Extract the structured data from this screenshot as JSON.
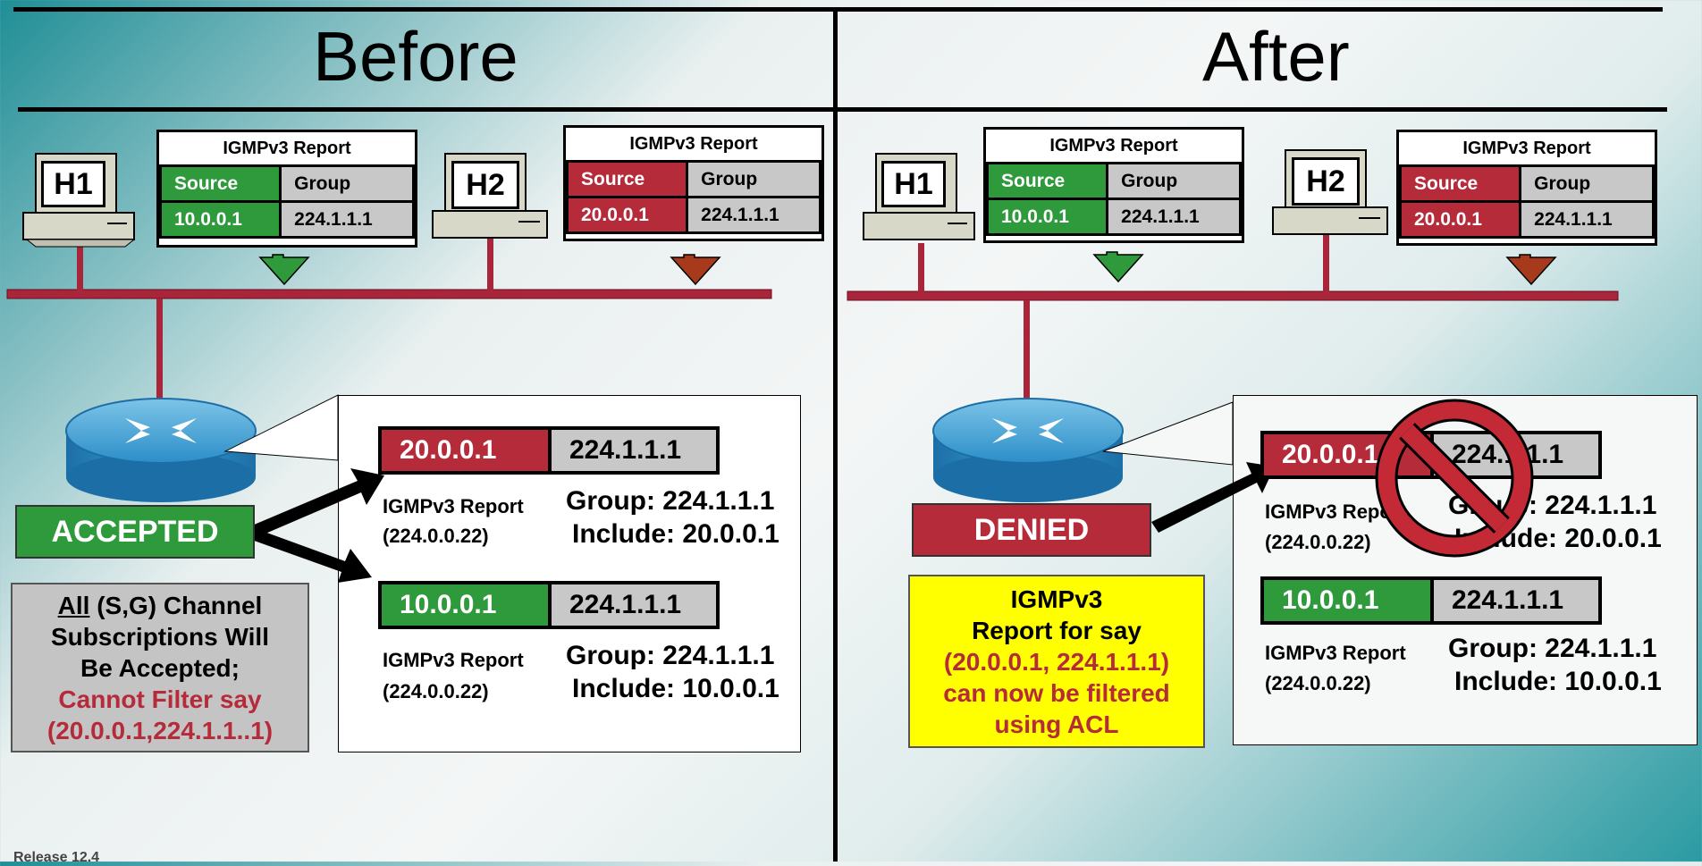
{
  "before": {
    "title": "Before",
    "h1_report": {
      "title": "IGMPv3 Report",
      "source_label": "Source",
      "group_label": "Group",
      "source": "10.0.0.1",
      "group": "224.1.1.1"
    },
    "h2_report": {
      "title": "IGMPv3 Report",
      "source_label": "Source",
      "group_label": "Group",
      "source": "20.0.0.1",
      "group": "224.1.1.1"
    },
    "host1": "H1",
    "host2": "H2",
    "status": "ACCEPTED",
    "entry1": {
      "source": "20.0.0.1",
      "group": "224.1.1.1",
      "report": "IGMPv3 Report",
      "addr": "(224.0.0.22)",
      "group_line": "Group: 224.1.1.1",
      "include_line": "Include: 20.0.0.1"
    },
    "entry2": {
      "source": "10.0.0.1",
      "group": "224.1.1.1",
      "report": "IGMPv3 Report",
      "addr": "(224.0.0.22)",
      "group_line": "Group: 224.1.1.1",
      "include_line": "Include: 10.0.0.1"
    },
    "note": {
      "underlined": "All",
      "line1_rest": " (S,G) Channel",
      "line2": "Subscriptions Will",
      "line3": "Be Accepted;",
      "line4": "Cannot Filter say",
      "line5": "(20.0.0.1,224.1.1..1)"
    }
  },
  "after": {
    "title": "After",
    "h1_report": {
      "title": "IGMPv3 Report",
      "source_label": "Source",
      "group_label": "Group",
      "source": "10.0.0.1",
      "group": "224.1.1.1"
    },
    "h2_report": {
      "title": "IGMPv3 Report",
      "source_label": "Source",
      "group_label": "Group",
      "source": "20.0.0.1",
      "group": "224.1.1.1"
    },
    "host1": "H1",
    "host2": "H2",
    "status": "DENIED",
    "entry1": {
      "source": "20.0.0.1",
      "group": "224.1.1.1",
      "report": "IGMPv3 Report",
      "addr": "(224.0.0.22)",
      "group_line": "Group: 224.1.1.1",
      "include_line": "Include: 20.0.0.1"
    },
    "entry2": {
      "source": "10.0.0.1",
      "group": "224.1.1.1",
      "report": "IGMPv3 Report",
      "addr": "(224.0.0.22)",
      "group_line": "Group: 224.1.1.1",
      "include_line": "Include: 10.0.0.1"
    },
    "note": {
      "line1": "IGMPv3",
      "line2": "Report for say",
      "line3": "(20.0.0.1, 224.1.1.1)",
      "line4": "can now be filtered",
      "line5": "using ACL"
    }
  },
  "footer": "Release 12.4",
  "colors": {
    "green": "#2e9a3c",
    "red": "#b52b3a",
    "gray": "#c8c8c8",
    "yellow": "#ffff00",
    "link": "#a8253a"
  }
}
